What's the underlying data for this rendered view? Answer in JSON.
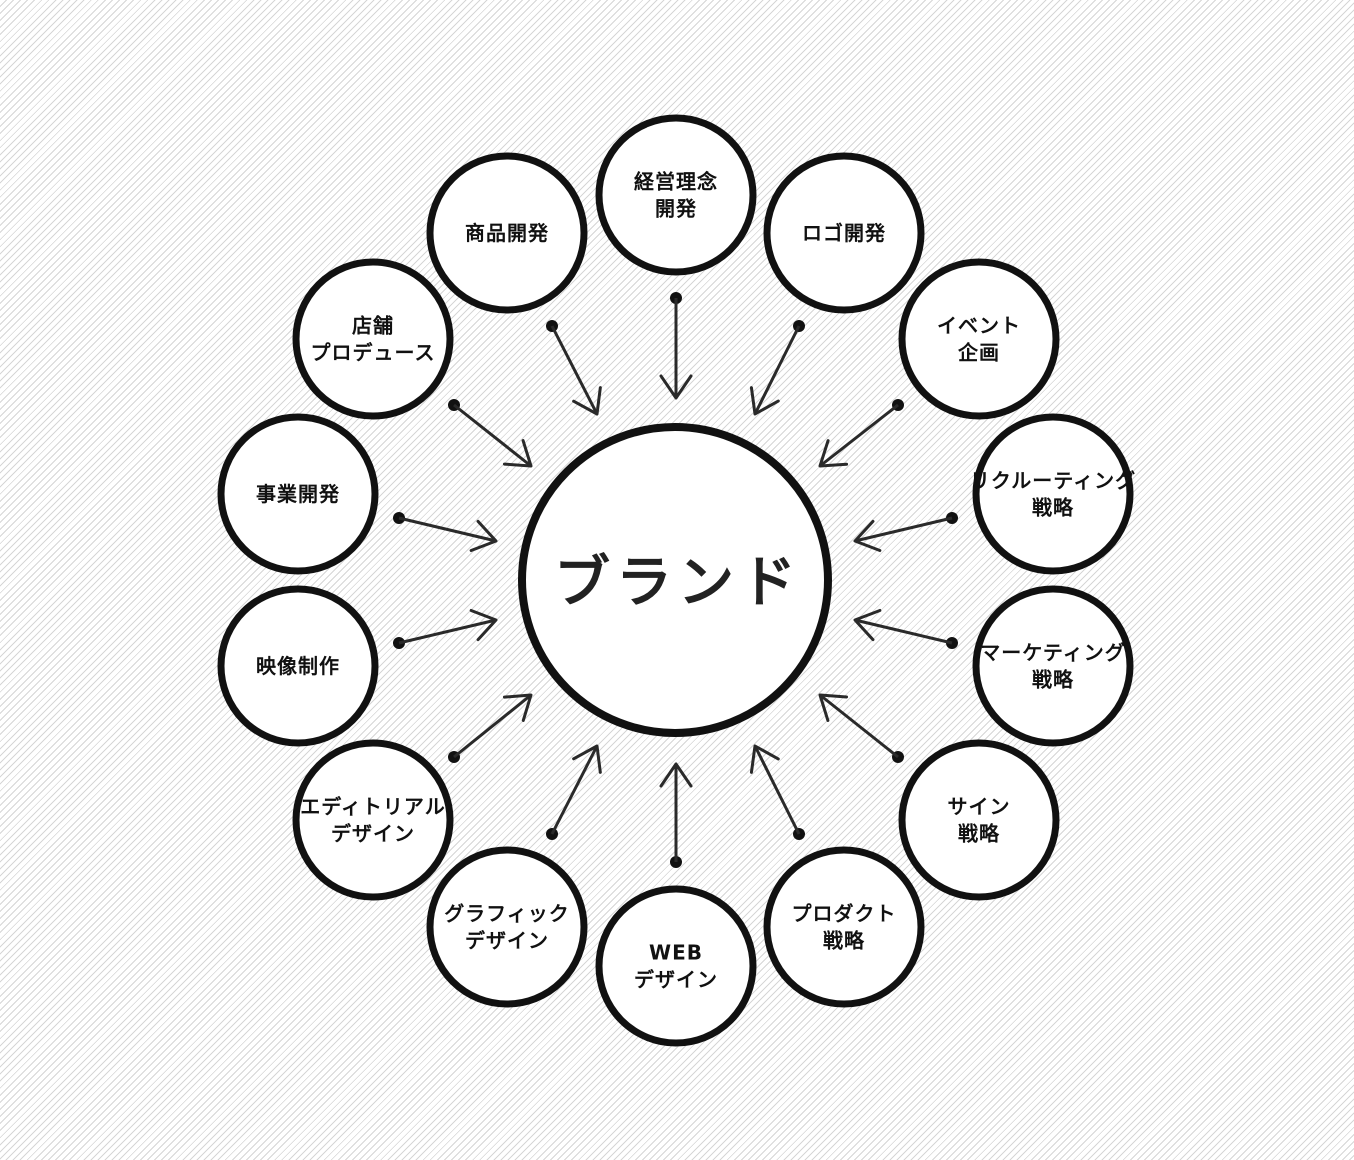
{
  "diagram": {
    "center": {
      "label": "ブランド"
    },
    "nodes": [
      {
        "id": "keiei-rinen",
        "lines": [
          "経営理念",
          "開発"
        ]
      },
      {
        "id": "logo",
        "lines": [
          "ロゴ開発"
        ]
      },
      {
        "id": "event",
        "lines": [
          "イベント",
          "企画"
        ]
      },
      {
        "id": "recruiting",
        "lines": [
          "リクルーティング",
          "戦略"
        ]
      },
      {
        "id": "marketing",
        "lines": [
          "マーケティング",
          "戦略"
        ]
      },
      {
        "id": "sign",
        "lines": [
          "サイン",
          "戦略"
        ]
      },
      {
        "id": "product",
        "lines": [
          "プロダクト",
          "戦略"
        ]
      },
      {
        "id": "web",
        "lines": [
          "WEB",
          "デザイン"
        ]
      },
      {
        "id": "graphic",
        "lines": [
          "グラフィック",
          "デザイン"
        ]
      },
      {
        "id": "editorial",
        "lines": [
          "エディトリアル",
          "デザイン"
        ]
      },
      {
        "id": "eizo",
        "lines": [
          "映像制作"
        ]
      },
      {
        "id": "jigyo",
        "lines": [
          "事業開発"
        ]
      },
      {
        "id": "tenpo",
        "lines": [
          "店舗",
          "プロデュース"
        ]
      },
      {
        "id": "shohin",
        "lines": [
          "商品開発"
        ]
      }
    ]
  }
}
